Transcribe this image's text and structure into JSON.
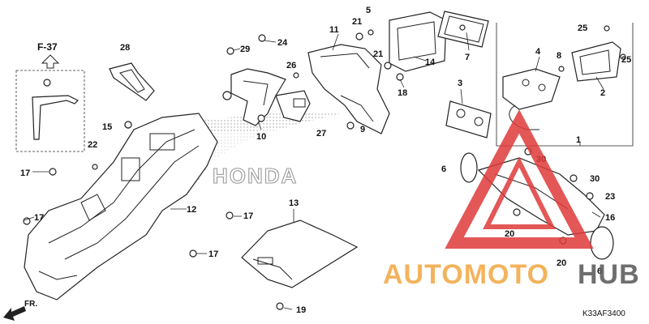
{
  "diagram": {
    "reference": "F-37",
    "code": "K33AF3400",
    "front_label": "FR.",
    "brand_watermark": "HONDA",
    "watermark_text": "AUTOMOTOHUB",
    "watermark_part1": "AUTOMOTO",
    "watermark_part2": "HUB",
    "colors": {
      "watermark_red": "#e03a3a",
      "watermark_orange": "#f2a640",
      "line": "#222222"
    },
    "callouts": [
      "1",
      "2",
      "3",
      "4",
      "5",
      "6",
      "6",
      "7",
      "8",
      "9",
      "10",
      "11",
      "12",
      "13",
      "14",
      "15",
      "16",
      "17",
      "17",
      "17",
      "17",
      "18",
      "19",
      "20",
      "20",
      "21",
      "21",
      "22",
      "23",
      "24",
      "25",
      "25",
      "26",
      "27",
      "28",
      "29",
      "30",
      "30"
    ]
  }
}
